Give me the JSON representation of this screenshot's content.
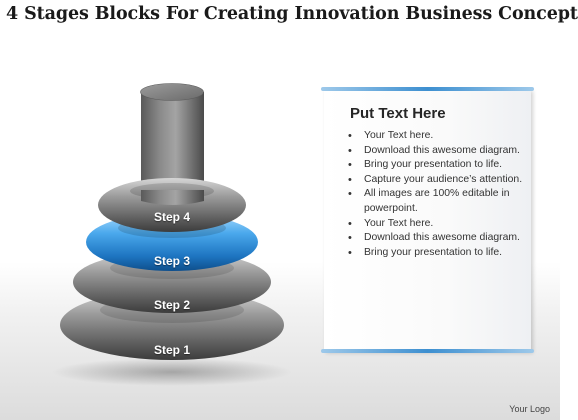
{
  "title": "4 Stages Blocks For Creating Innovation Business Concept",
  "diagram": {
    "steps": [
      {
        "label": "Step 1",
        "color": "#6e6e6e"
      },
      {
        "label": "Step 2",
        "color": "#6e6e6e"
      },
      {
        "label": "Step 3",
        "color": "#2f8fd8"
      },
      {
        "label": "Step 4",
        "color": "#6e6e6e"
      }
    ],
    "colors": {
      "ring_gray": "#707070",
      "ring_highlight": "#2f8fd8",
      "panel_accent": "#3d8fd0"
    }
  },
  "panel": {
    "heading": "Put Text Here",
    "items": [
      "Your Text here.",
      "Download this awesome diagram.",
      "Bring your presentation to life.",
      "Capture your audience’s attention.",
      "All images are 100% editable in powerpoint.",
      "Your Text here.",
      "Download this awesome diagram.",
      "Bring your presentation to life."
    ]
  },
  "footer": {
    "logo": "Your Logo"
  }
}
